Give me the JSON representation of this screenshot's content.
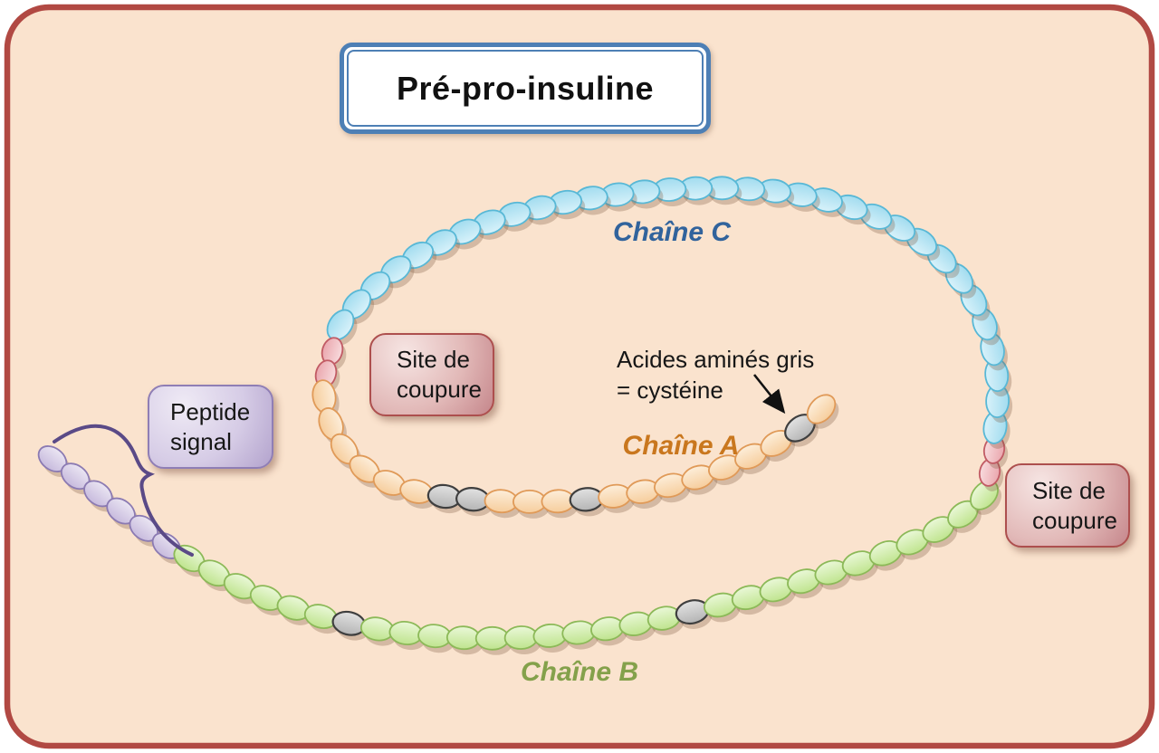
{
  "title": "Pré-pro-insuline",
  "annotation": {
    "line1": "Acides aminés gris",
    "line2": "= cystéine"
  },
  "boxes": {
    "peptide_signal": "Peptide signal",
    "cut_site_left": "Site de coupure",
    "cut_site_right": "Site de coupure"
  },
  "chain_labels": {
    "c": {
      "text": "Chaîne C",
      "color": "#31639c"
    },
    "a": {
      "text": "Chaîne A",
      "color": "#c9771e"
    },
    "b": {
      "text": "Chaîne B",
      "color": "#84a14b"
    }
  },
  "chain": {
    "colors": {
      "signal": {
        "light": "#ebe6f3",
        "dark": "#c7badd",
        "stroke": "#8b7ab2"
      },
      "chain_b": {
        "light": "#eaf8d8",
        "dark": "#bfe48e",
        "stroke": "#8cb958"
      },
      "cut": {
        "light": "#f8dbdd",
        "dark": "#eaa7ae",
        "stroke": "#c15b64"
      },
      "chain_c": {
        "light": "#d9f2fa",
        "dark": "#a2dcef",
        "stroke": "#58b8d6"
      },
      "chain_a": {
        "light": "#fdeeda",
        "dark": "#f6cd9c",
        "stroke": "#e09a58"
      },
      "cysteine": {
        "light": "#e2e2e2",
        "dark": "#b4b4b4",
        "stroke": "#3f3f3f"
      }
    },
    "segments": [
      {
        "name": "peptide-signal",
        "color": "signal",
        "count": 6,
        "cysteine_positions": []
      },
      {
        "name": "chain-b",
        "color": "chain_b",
        "count": 30,
        "cysteine_positions": [
          7,
          19
        ]
      },
      {
        "name": "cut-site-1",
        "color": "cut",
        "count": 2,
        "cysteine_positions": []
      },
      {
        "name": "chain-c",
        "color": "chain_c",
        "count": 33,
        "cysteine_positions": []
      },
      {
        "name": "cut-site-2",
        "color": "cut",
        "count": 2,
        "cysteine_positions": []
      },
      {
        "name": "chain-a",
        "color": "chain_a",
        "count": 21,
        "cysteine_positions": [
          7,
          8,
          12,
          20
        ]
      }
    ]
  },
  "theme": {
    "background": "#fae3ce",
    "frame_border": "#b14943",
    "title_border": "#4d7fb5",
    "brace": "#5a4a87",
    "arrow": "#111111"
  }
}
